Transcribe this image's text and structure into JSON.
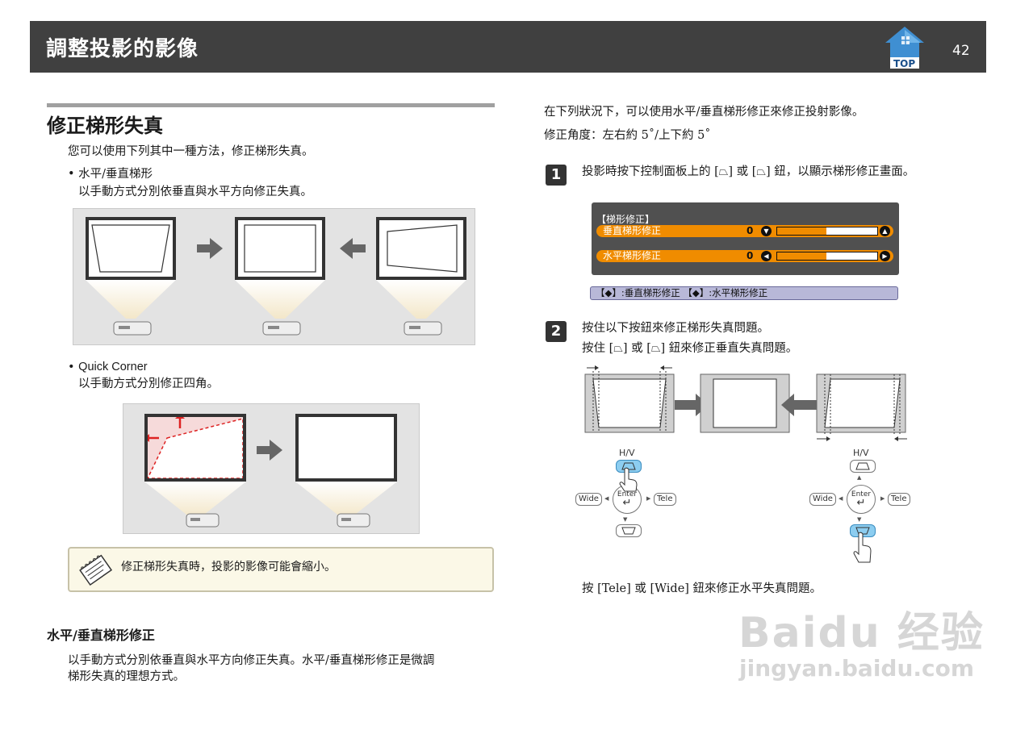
{
  "header": {
    "title": "調整投影的影像",
    "top_label": "TOP",
    "page_number": "42"
  },
  "left": {
    "section_title": "修正梯形失真",
    "intro": "您可以使用下列其中一種方法，修正梯形失真。",
    "bullet1_title": "水平/垂直梯形",
    "bullet1_desc": "以手動方式分別依垂直與水平方向修正失真。",
    "bullet2_title": "Quick  Corner",
    "bullet2_desc": "以手動方式分別修正四角。",
    "note": "修正梯形失真時，投影的影像可能會縮小。",
    "subsection_title": "水平/垂直梯形修正",
    "sub_desc_line1": "以手動方式分別依垂直與水平方向修正失真。水平/垂直梯形修正是微調",
    "sub_desc_line2": "梯形失真的理想方式。"
  },
  "right": {
    "intro_line1": "在下列狀況下，可以使用水平/垂直梯形修正來修正投射影像。",
    "intro_line2": "修正角度：左右約  5˚/上下約  5˚",
    "step1_number": "1",
    "step1_text": "投影時按下控制面板上的  [⏢]  或  [⏢]  鈕，以顯示梯形修正畫面。",
    "osd": {
      "title": "【梯形修正】",
      "row1_label": "垂直梯形修正",
      "row1_value": "0",
      "row2_label": "水平梯形修正",
      "row2_value": "0",
      "hint": "【◆】:垂直梯形修正 【◆】:水平梯形修正"
    },
    "step2_number": "2",
    "step2_line1": "按住以下按鈕來修正梯形失真問題。",
    "step2_line2": "按住  [⏢]  或  [⏢]  鈕來修正垂直失真問題。",
    "keypad": {
      "hv": "H/V",
      "wide": "Wide",
      "tele": "Tele",
      "enter": "Enter"
    },
    "step2_line3": "按  [Tele]  或  [Wide]  鈕來修正水平失真問題。"
  },
  "watermark": {
    "line1": "Baidu 经验",
    "line2": "jingyan.baidu.com"
  }
}
